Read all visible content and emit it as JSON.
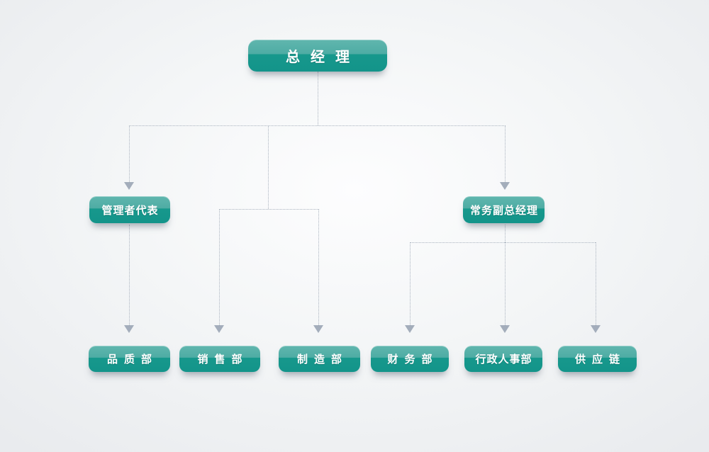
{
  "diagram": {
    "type": "org-chart",
    "nodes": {
      "general_manager": {
        "label": "总经理",
        "level": 1
      },
      "management_representative": {
        "label": "管理者代表",
        "level": 2
      },
      "deputy_general_manager": {
        "label": "常务副总经理",
        "level": 2
      },
      "quality_dept": {
        "label": "品质部",
        "level": 3
      },
      "sales_dept": {
        "label": "销售部",
        "level": 3
      },
      "manufacturing_dept": {
        "label": "制造部",
        "level": 3
      },
      "finance_dept": {
        "label": "财务部",
        "level": 3
      },
      "admin_hr_dept": {
        "label": "行政人事部",
        "level": 3
      },
      "supply_chain": {
        "label": "供应链",
        "level": 3
      }
    },
    "edges": [
      {
        "from": "general_manager",
        "to": "management_representative"
      },
      {
        "from": "general_manager",
        "to": "sales_dept"
      },
      {
        "from": "general_manager",
        "to": "manufacturing_dept"
      },
      {
        "from": "general_manager",
        "to": "deputy_general_manager"
      },
      {
        "from": "management_representative",
        "to": "quality_dept"
      },
      {
        "from": "deputy_general_manager",
        "to": "finance_dept"
      },
      {
        "from": "deputy_general_manager",
        "to": "admin_hr_dept"
      },
      {
        "from": "deputy_general_manager",
        "to": "supply_chain"
      }
    ],
    "colors": {
      "node_gradient_top": "#54afa7",
      "node_gradient_bottom": "#14988c",
      "node_text": "#ffffff",
      "connector_dotted": "#aab3bf",
      "arrowhead": "#a3adbb",
      "background_center": "#fdfdfe",
      "background_edge": "#e9ebee"
    }
  }
}
